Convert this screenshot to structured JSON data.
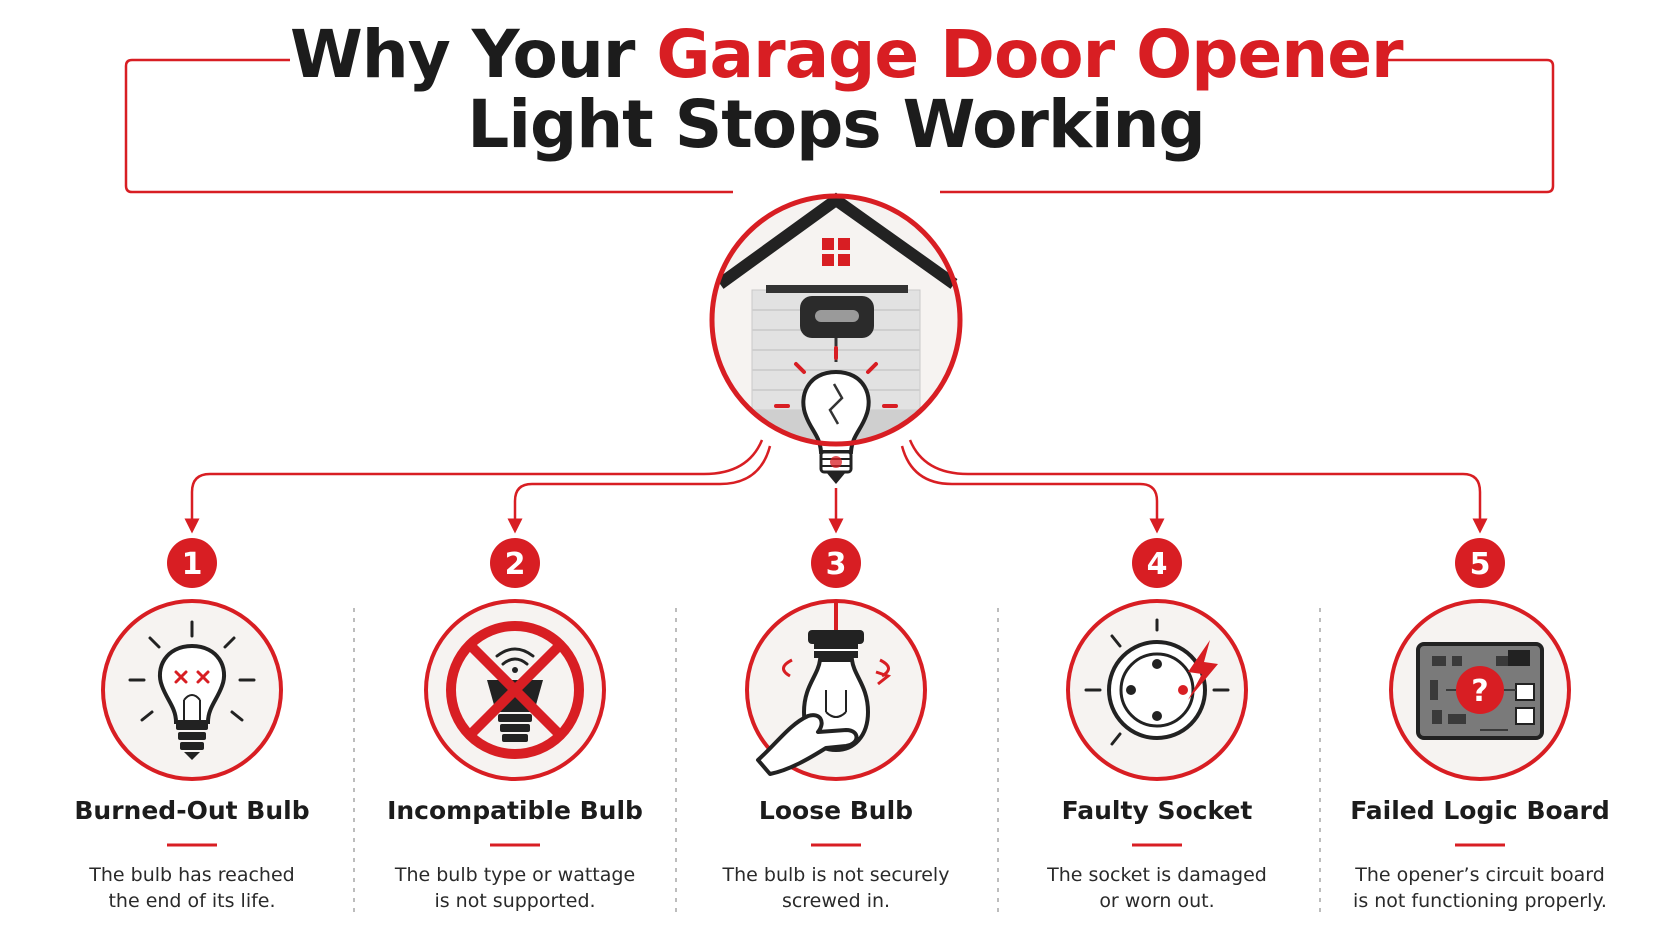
{
  "title": {
    "line1_prefix": "Why Your ",
    "line1_accent": "Garage Door Opener",
    "line2": "Light Stops Working"
  },
  "causes": [
    {
      "number": "1",
      "title": "Burned-Out Bulb",
      "description": [
        "The bulb has reached",
        "the end of its life."
      ],
      "icon": "burned-out-bulb-icon"
    },
    {
      "number": "2",
      "title": "Incompatible Bulb",
      "description": [
        "The bulb type or wattage",
        "is not supported."
      ],
      "icon": "prohibited-led-bulb-icon"
    },
    {
      "number": "3",
      "title": "Loose Bulb",
      "description": [
        "The bulb is not securely",
        "screwed in."
      ],
      "icon": "hand-twisting-bulb-icon"
    },
    {
      "number": "4",
      "title": "Faulty Socket",
      "description": [
        "The socket is damaged",
        "or worn out."
      ],
      "icon": "sparking-socket-icon"
    },
    {
      "number": "5",
      "title": "Failed Logic Board",
      "description": [
        "The opener’s circuit board",
        "is not functioning properly."
      ],
      "icon": "circuit-board-question-icon"
    }
  ],
  "hero": {
    "icon": "garage-opener-cracked-bulb-icon"
  },
  "colors": {
    "accent": "#d81e23",
    "text": "#1c1c1c",
    "icon_dark": "#222222",
    "circle_fill": "#f6f3f1",
    "divider": "#bdbdbd"
  }
}
